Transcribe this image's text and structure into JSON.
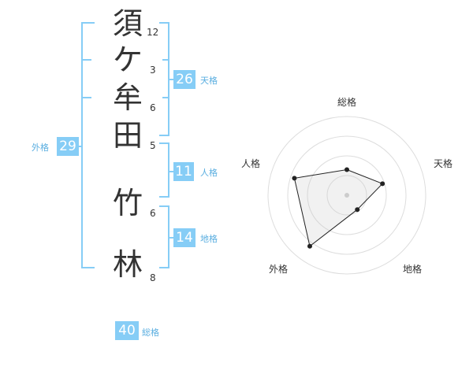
{
  "name": {
    "chars": [
      "須",
      "ケ",
      "牟",
      "田",
      "竹",
      "林"
    ],
    "strokes": [
      "12",
      "3",
      "6",
      "5",
      "6",
      "8"
    ]
  },
  "fortune": {
    "tenkaku": {
      "value": "26",
      "label": "天格"
    },
    "jinkaku": {
      "value": "11",
      "label": "人格"
    },
    "chikaku": {
      "value": "14",
      "label": "地格"
    },
    "gaikaku": {
      "value": "29",
      "label": "外格"
    },
    "soukaku": {
      "value": "40",
      "label": "総格"
    }
  },
  "chart_data": {
    "type": "radar",
    "axes": [
      "総格",
      "天格",
      "地格",
      "外格",
      "人格"
    ],
    "max": 4,
    "values": [
      1.3,
      1.9,
      0.9,
      3.2,
      2.8
    ],
    "accent": "#86cdf6",
    "bracket_color": "#86cdf6"
  }
}
